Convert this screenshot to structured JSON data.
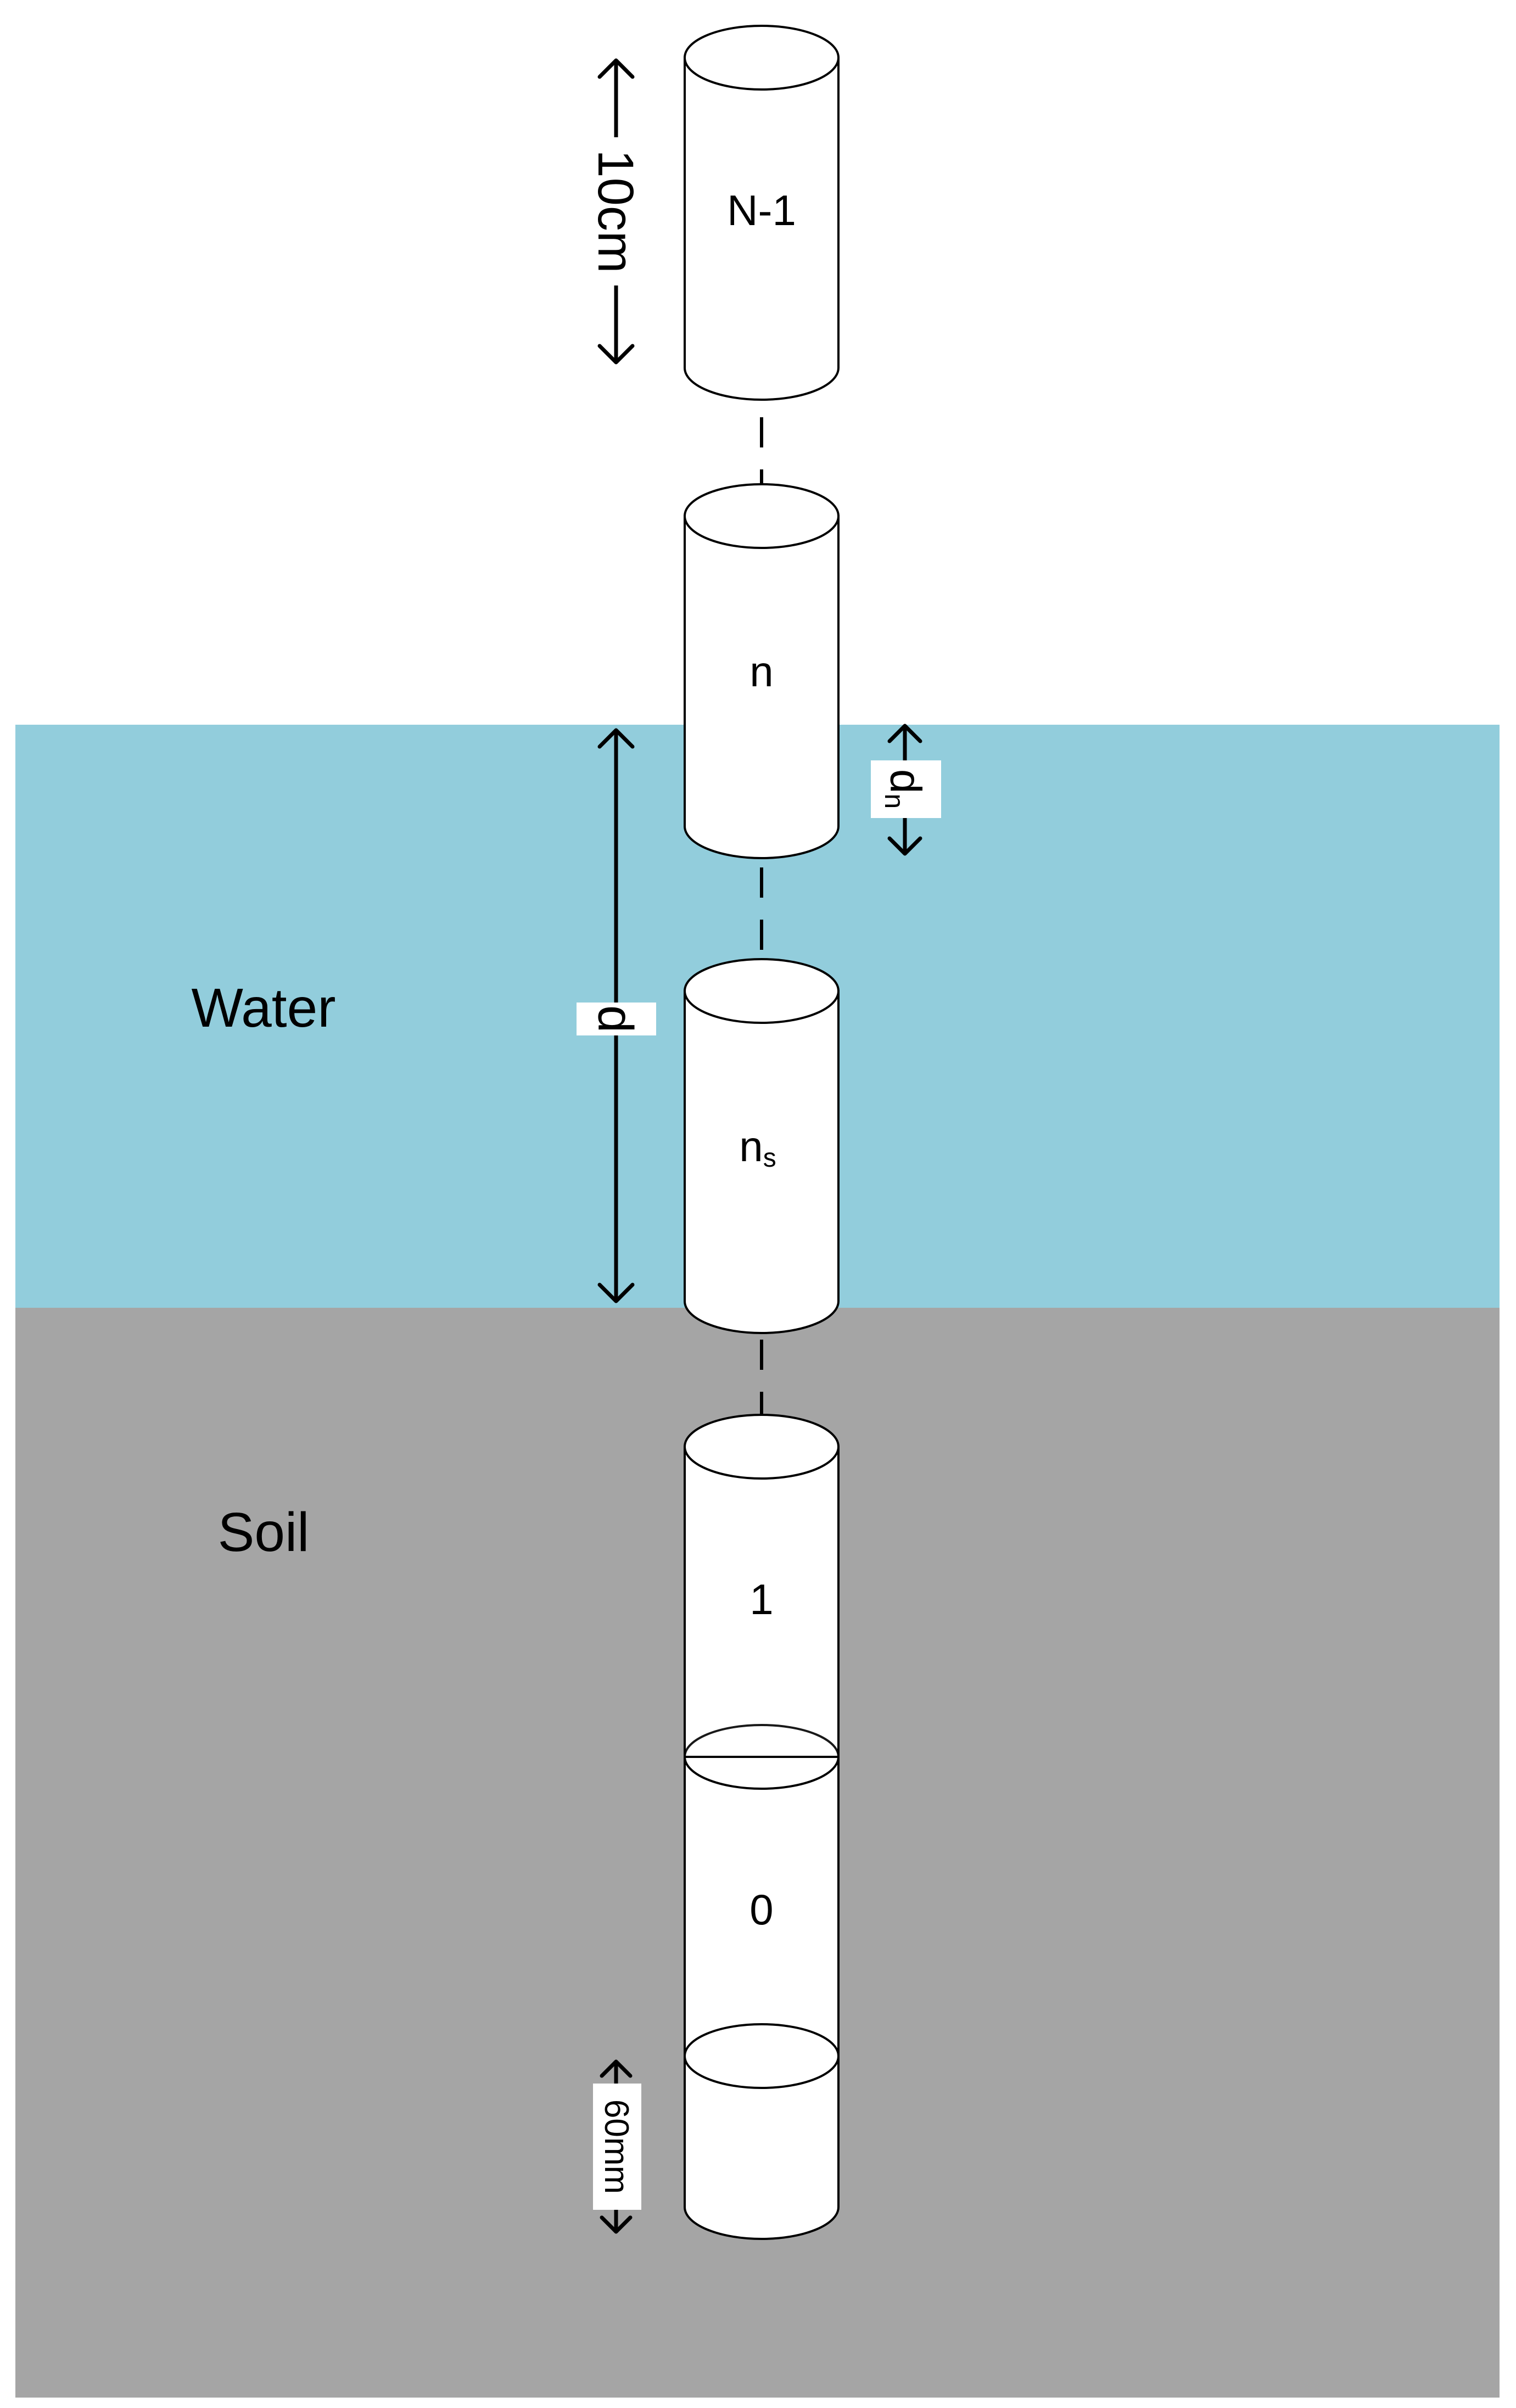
{
  "diagram": {
    "regions": {
      "water": {
        "label": "Water",
        "color": "#92CDDC"
      },
      "soil": {
        "label": "Soil",
        "color": "#A5A5A5"
      }
    },
    "segments": {
      "top": "N-1",
      "n": "n",
      "ns": {
        "base": "n",
        "subscript": "s"
      },
      "one": "1",
      "zero": "0"
    },
    "dimensions": {
      "segment_length": "10cm",
      "water_depth": "d",
      "dn": {
        "base": "d",
        "subscript": "n"
      },
      "diameter": "60mm"
    }
  }
}
